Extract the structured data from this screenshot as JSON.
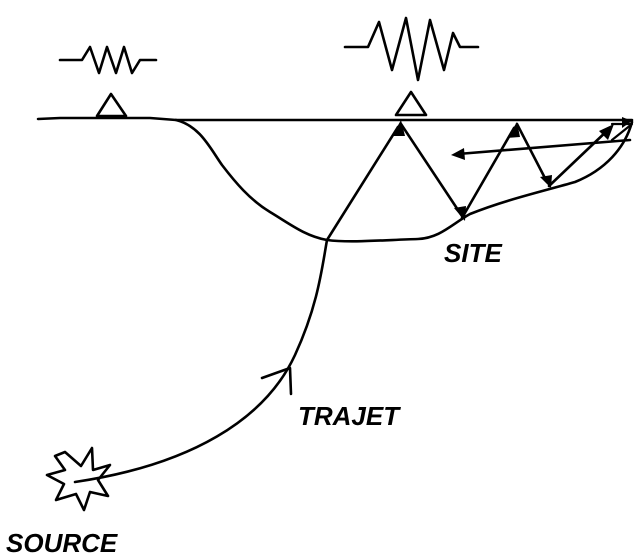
{
  "labels": {
    "site": "SITE",
    "trajet": "TRAJET",
    "source": "SOURCE"
  },
  "ink_color": "#000000",
  "background": "#ffffff"
}
